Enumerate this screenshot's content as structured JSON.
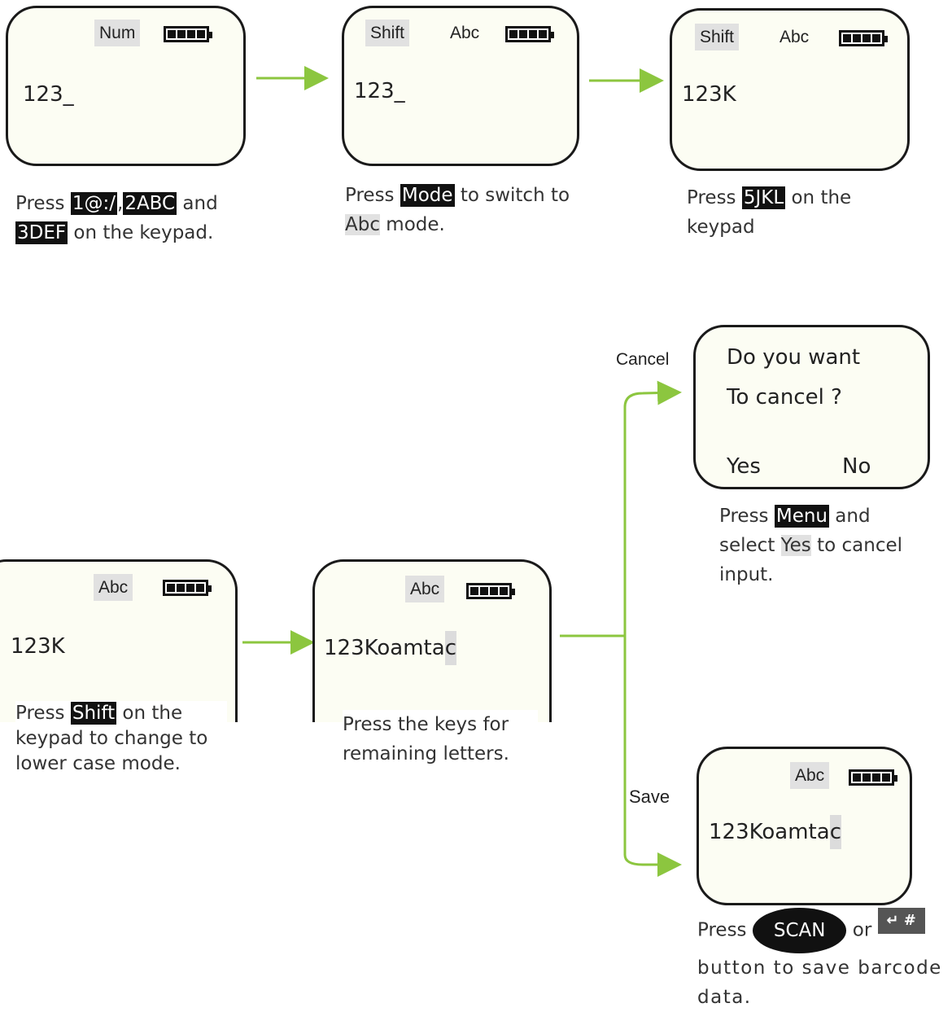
{
  "colors": {
    "arrow": "#8cc63f",
    "screen_bg": "#fcfdf3",
    "key_bg": "#111111",
    "highlight": "#e1e1e1"
  },
  "screens": {
    "s1": {
      "tag": "Num",
      "text": "123_"
    },
    "s2": {
      "tag_shift": "Shift",
      "tag_mode": "Abc",
      "text": "123_"
    },
    "s3": {
      "tag_shift": "Shift",
      "tag_mode": "Abc",
      "text": "123K"
    },
    "s4": {
      "tag": "Abc",
      "text": "123K"
    },
    "s5": {
      "tag": "Abc",
      "text_main": "123Koamta",
      "text_cursor": "c"
    },
    "s6": {
      "line1": "Do you want",
      "line2": "To cancel ?",
      "yes": "Yes",
      "no": "No"
    },
    "s7": {
      "tag": "Abc",
      "text_main": "123Koamta",
      "text_cursor": "c"
    }
  },
  "captions": {
    "c1": {
      "press": "Press",
      "key1": "1@:/",
      "sep": ",",
      "key2": "2ABC",
      "and": " and",
      "key3": "3DEF",
      "rest": " on the keypad."
    },
    "c2": {
      "press": "Press ",
      "key": "Mode",
      "mid": " to switch to",
      "mode": "Abc",
      "rest": " mode."
    },
    "c3": {
      "press": "Press ",
      "key": "5JKL",
      "mid": " on the",
      "rest": "keypad"
    },
    "c4": {
      "press": "Press ",
      "key": "Shift",
      "rest": " on the keypad to change to lower case mode."
    },
    "c5": {
      "text": "Press the keys for remaining letters."
    },
    "c6": {
      "press": "Press ",
      "key": "Menu",
      "mid": " and select ",
      "yes": "Yes",
      "rest": " to cancel input."
    },
    "c7": {
      "press": "Press",
      "scan": "SCAN",
      "or": "or",
      "enter": "↵ #",
      "rest": "button to save barcode data."
    }
  },
  "labels": {
    "cancel": "Cancel",
    "save": "Save"
  },
  "icons": [
    "battery-icon",
    "arrow-right-icon",
    "scan-button-icon",
    "enter-hash-key-icon"
  ]
}
